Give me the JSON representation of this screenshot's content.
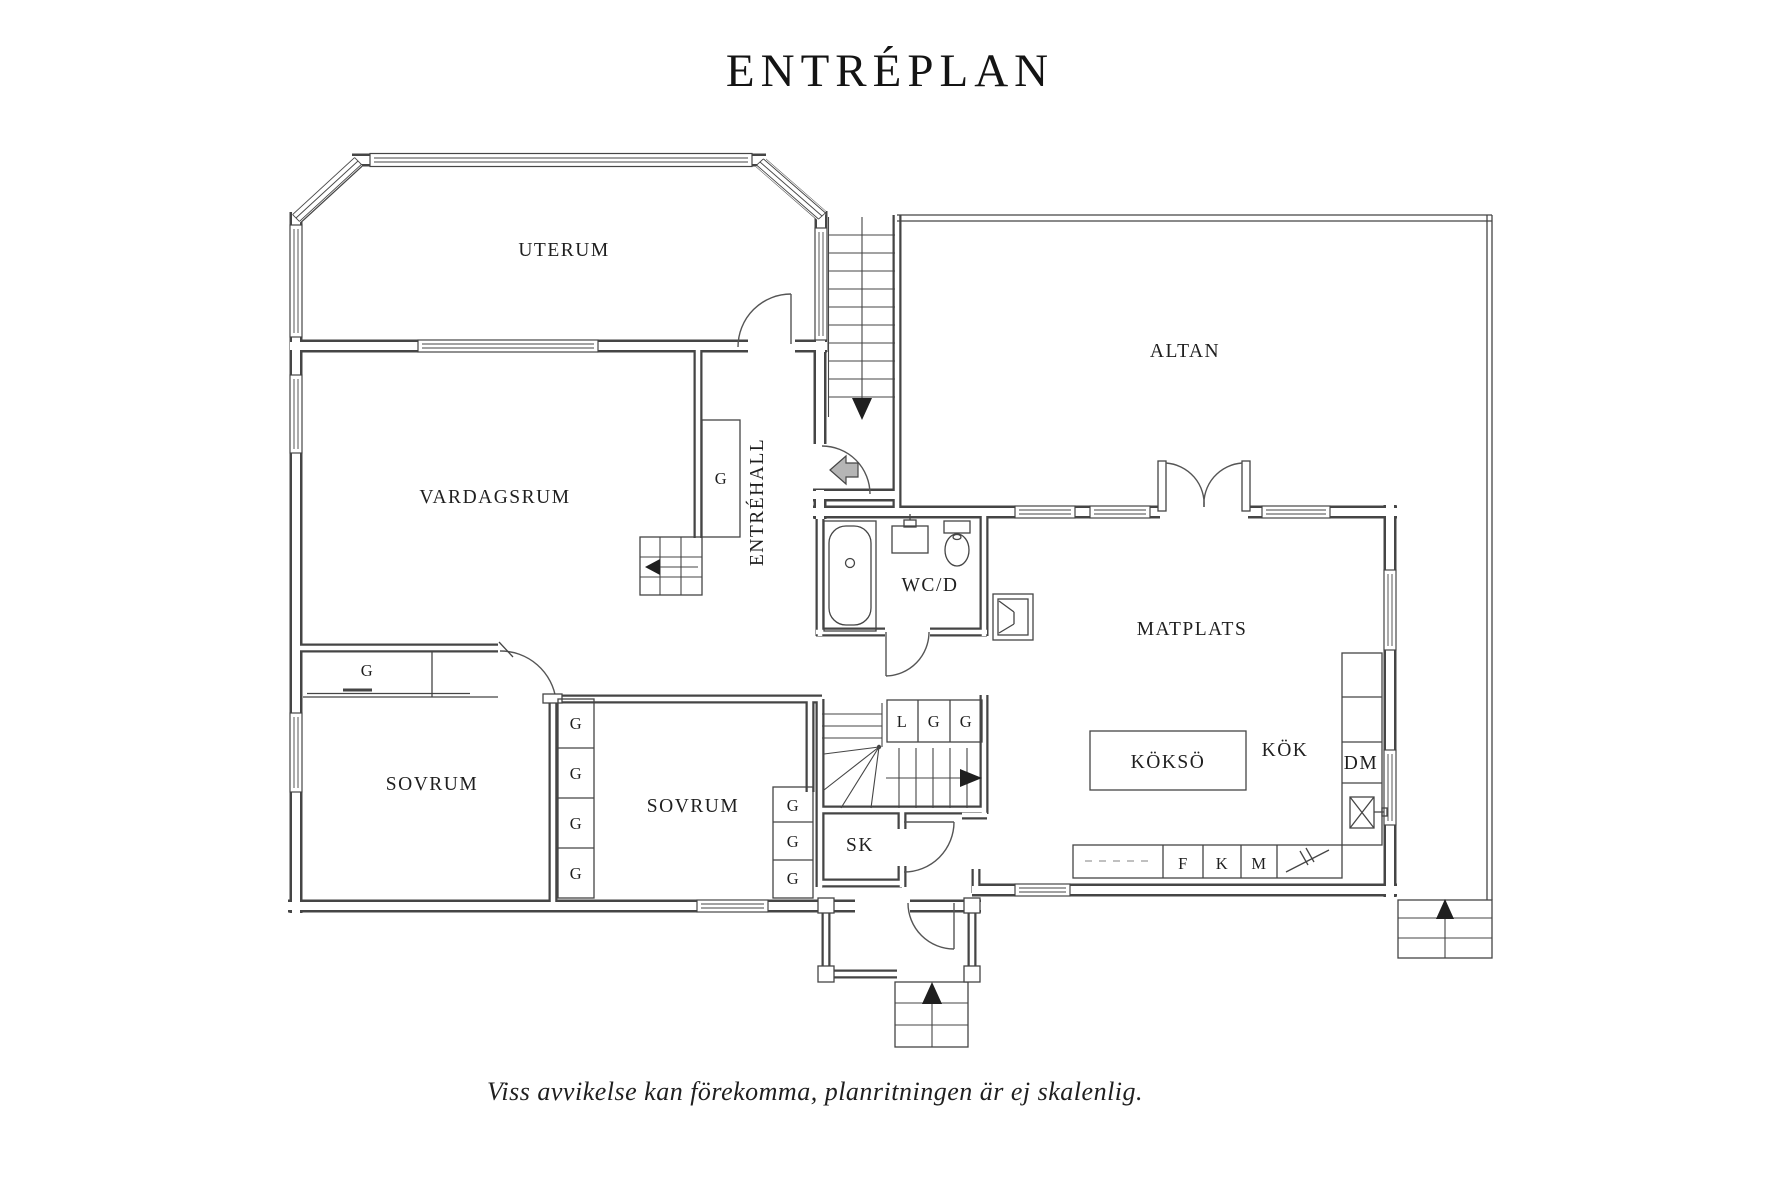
{
  "title": "ENTRÉPLAN",
  "footer_note": "Viss avvikelse kan förekomma, planritningen är ej skalenlig.",
  "rooms": {
    "uterum": "UTERUM",
    "altan": "ALTAN",
    "vardagsrum": "VARDAGSRUM",
    "entrehall": "ENTRÉHALL",
    "wc_d": "WC/D",
    "matplats": "MATPLATS",
    "sovrum_vaster": "SOVRUM",
    "sovrum_mitt": "SOVRUM",
    "kok": "KÖK",
    "kokso": "KÖKSÖ",
    "skrubb": "SK"
  },
  "closets": {
    "entre": "G",
    "sovrum_vaster": "G",
    "stairs_row": [
      "L",
      "G",
      "G"
    ],
    "left_column": [
      "G",
      "G",
      "G",
      "G"
    ],
    "right_column": [
      "G",
      "G",
      "G"
    ]
  },
  "appliances": {
    "diskmaskin": "DM",
    "frys": "F",
    "kyl": "K",
    "micro": "M"
  },
  "colors": {
    "line": "#454545",
    "text": "#1f1f1f",
    "entry_arrow": "#b5b5b5",
    "background": "#ffffff"
  }
}
